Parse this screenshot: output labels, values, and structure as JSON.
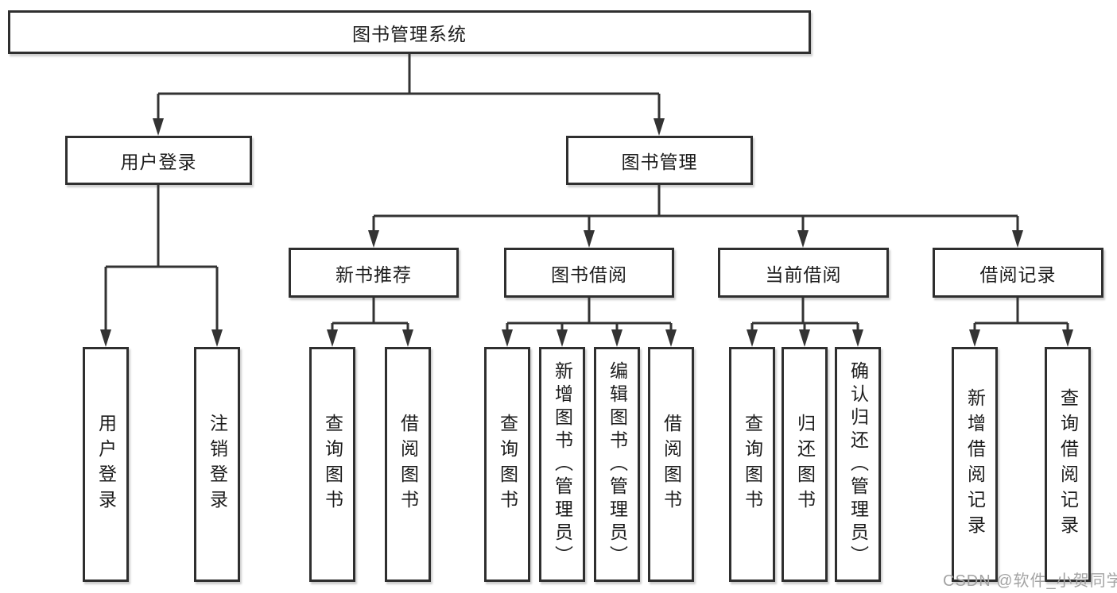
{
  "diagram": {
    "title": "图书管理系统",
    "type": "hierarchy-tree"
  },
  "nodes": {
    "root": "图书管理系统",
    "user_login_group": "用户登录",
    "book_mgmt": "图书管理",
    "new_book_rec": "新书推荐",
    "book_borrow": "图书借阅",
    "current_borrow": "当前借阅",
    "borrow_records": "借阅记录",
    "user_login": "用户登录",
    "logout": "注销登录",
    "nb_query_book": "查询图书",
    "nb_borrow_book": "借阅图书",
    "bb_query_book": "查询图书",
    "bb_add_book": "新增图书（管理员）",
    "bb_edit_book": "编辑图书（管理员）",
    "bb_borrow_book": "借阅图书",
    "cb_query_book": "查询图书",
    "cb_return_book": "归还图书",
    "cb_confirm_return": "确认归还（管理员）",
    "br_add_record": "新增借阅记录",
    "br_query_record": "查询借阅记录"
  },
  "edges": [
    [
      "root",
      "user_login_group"
    ],
    [
      "root",
      "book_mgmt"
    ],
    [
      "user_login_group",
      "user_login"
    ],
    [
      "user_login_group",
      "logout"
    ],
    [
      "book_mgmt",
      "new_book_rec"
    ],
    [
      "book_mgmt",
      "book_borrow"
    ],
    [
      "book_mgmt",
      "current_borrow"
    ],
    [
      "book_mgmt",
      "borrow_records"
    ],
    [
      "new_book_rec",
      "nb_query_book"
    ],
    [
      "new_book_rec",
      "nb_borrow_book"
    ],
    [
      "book_borrow",
      "bb_query_book"
    ],
    [
      "book_borrow",
      "bb_add_book"
    ],
    [
      "book_borrow",
      "bb_edit_book"
    ],
    [
      "book_borrow",
      "bb_borrow_book"
    ],
    [
      "current_borrow",
      "cb_query_book"
    ],
    [
      "current_borrow",
      "cb_return_book"
    ],
    [
      "current_borrow",
      "cb_confirm_return"
    ],
    [
      "borrow_records",
      "br_add_record"
    ],
    [
      "borrow_records",
      "br_query_record"
    ]
  ],
  "watermark": "CSDN @软件_小贺同学",
  "colors": {
    "line": "#333333",
    "box_border": "#2f2f2f",
    "text": "#1c1c1c",
    "background": "#ffffff",
    "watermark": "#a3a3a3"
  }
}
